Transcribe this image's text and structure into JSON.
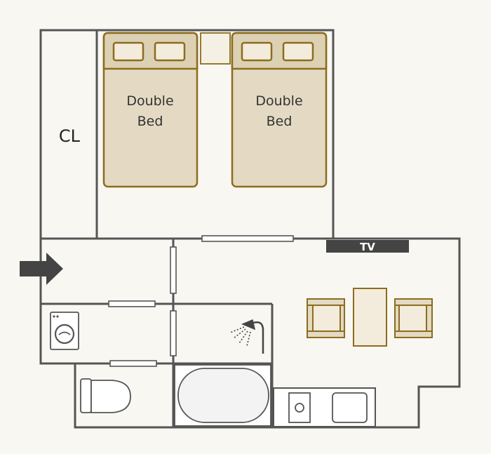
{
  "labels": {
    "bed_left_line1": "Double",
    "bed_left_line2": "Bed",
    "bed_right_line1": "Double",
    "bed_right_line2": "Bed",
    "closet": "CL",
    "tv": "TV"
  },
  "colors": {
    "wall": "#555555",
    "furniture_fill": "#e4dac3",
    "furniture_stroke": "#8c6d1f",
    "background": "#f8f7f2",
    "tv_panel": "#444444",
    "entrance_arrow": "#444444"
  },
  "icons": {
    "entrance": "arrow-right-icon",
    "shower": "shower-icon",
    "washer": "washing-machine-icon"
  }
}
